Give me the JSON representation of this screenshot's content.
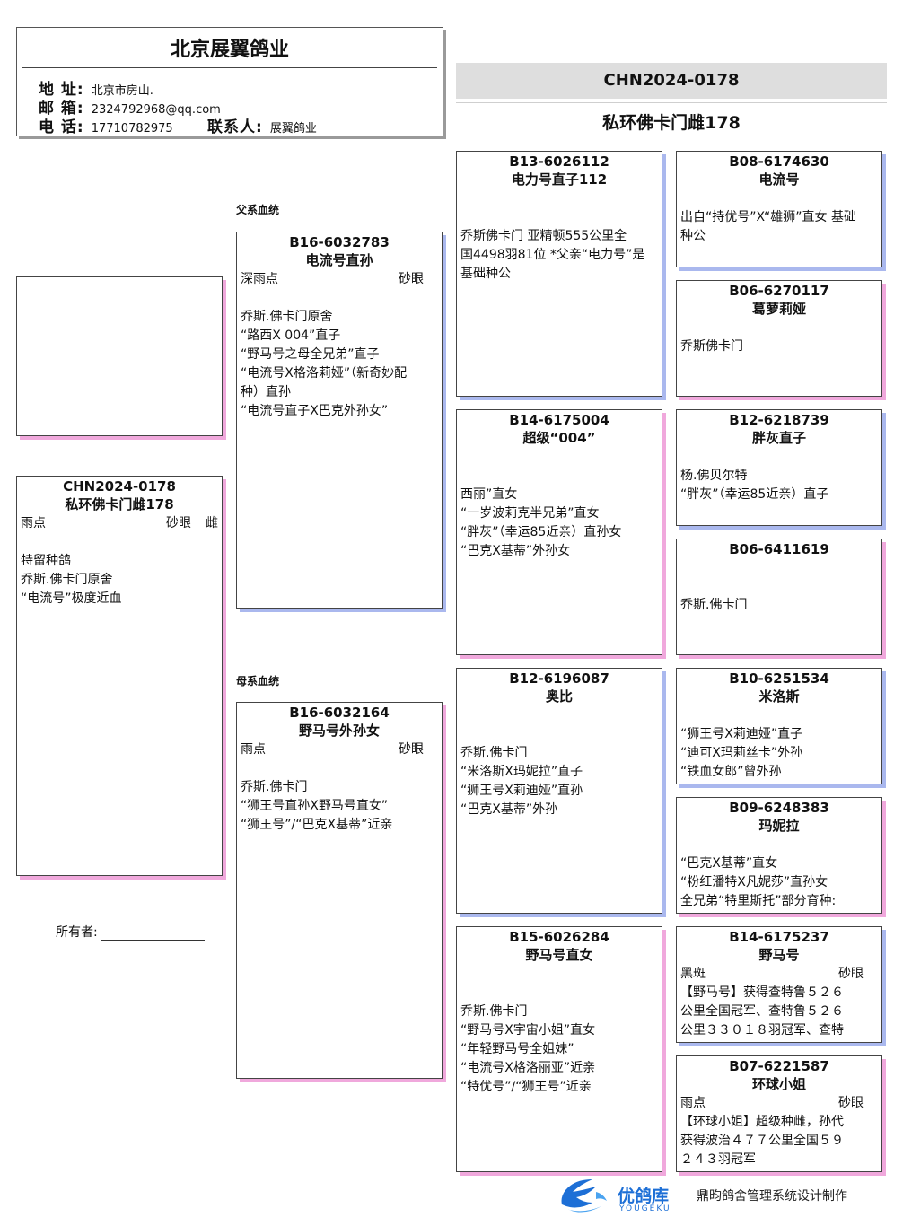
{
  "header": {
    "farm_name": "北京展翼鸽业",
    "address_label": "地  址:",
    "address": "北京市房山.",
    "email_label": "邮  箱:",
    "email": "2324792968@qq.com",
    "phone_label": "电  话:",
    "phone": "17710782975",
    "contact_label": "联系人:",
    "contact": "展翼鸽业"
  },
  "title": {
    "ring": "CHN2024-0178",
    "name": "私环佛卡门雌178"
  },
  "labels": {
    "sire_line": "父系血统",
    "dam_line": "母系血统",
    "owner": "所有者:"
  },
  "subject": {
    "ring": "CHN2024-0178",
    "name": "私环佛卡门雌178",
    "color": "雨点",
    "eye": "砂眼",
    "sex": "雌",
    "notes": [
      "",
      "特留种鸽",
      "乔斯.佛卡门原舍",
      "“电流号”极度近血"
    ]
  },
  "sire": {
    "ring": "B16-6032783",
    "name": "电流号直孙",
    "color": "深雨点",
    "eye": "砂眼",
    "notes": [
      "",
      "乔斯.佛卡门原舍",
      "“路西X 004”直子",
      "“野马号之母全兄弟”直子",
      "“电流号X格洛莉娅”（新奇妙配",
      "种）直孙",
      "“电流号直子X巴克外孙女”"
    ]
  },
  "dam": {
    "ring": "B16-6032164",
    "name": "野马号外孙女",
    "color": "雨点",
    "eye": "砂眼",
    "notes": [
      "",
      "乔斯.佛卡门",
      "“狮王号直孙X野马号直女”",
      "“狮王号”/“巴克X基蒂”近亲"
    ]
  },
  "ss": {
    "ring": "B13-6026112",
    "name": "电力号直子112",
    "notes": [
      "",
      "",
      "乔斯佛卡门 亚精顿555公里全",
      "国4498羽81位 *父亲“电力号”是",
      "基础种公"
    ]
  },
  "sd": {
    "ring": "B14-6175004",
    "name": "超级“004”",
    "notes": [
      "",
      "",
      "西丽”直女",
      "“一岁波莉克半兄弟”直女",
      "“胖灰”（幸运85近亲）直孙女",
      "“巴克X基蒂”外孙女"
    ]
  },
  "ds": {
    "ring": "B12-6196087",
    "name": "奥比",
    "notes": [
      "",
      "",
      "乔斯.佛卡门",
      "“米洛斯X玛妮拉”直子",
      "“狮王号X莉迪娅”直孙",
      "“巴克X基蒂”外孙"
    ]
  },
  "dd": {
    "ring": "B15-6026284",
    "name": "野马号直女",
    "notes": [
      "",
      "",
      "乔斯.佛卡门",
      "“野马号X宇宙小姐”直女",
      "“年轻野马号全姐妹”",
      "“电流号X格洛丽亚”近亲",
      "“特优号”/“狮王号”近亲"
    ]
  },
  "sss": {
    "ring": "B08-6174630",
    "name": "电流号",
    "notes": [
      "",
      "出自“持优号”X“雄狮”直女 基础",
      "种公"
    ]
  },
  "ssd": {
    "ring": "B06-6270117",
    "name": "葛萝莉娅",
    "notes": [
      "",
      "乔斯佛卡门"
    ]
  },
  "sds": {
    "ring": "B12-6218739",
    "name": "胖灰直子",
    "notes": [
      "",
      "杨.佛贝尔特",
      "“胖灰”（幸运85近亲）直子"
    ]
  },
  "sdd": {
    "ring": "B06-6411619",
    "name": "",
    "notes": [
      "",
      "乔斯.佛卡门"
    ]
  },
  "dss": {
    "ring": "B10-6251534",
    "name": "米洛斯",
    "notes": [
      "",
      "“狮王号X莉迪娅”直子",
      "“迪可X玛莉丝卡”外孙",
      "“铁血女郎”曾外孙"
    ]
  },
  "dsd": {
    "ring": "B09-6248383",
    "name": "玛妮拉",
    "notes": [
      "",
      "“巴克X基蒂”直女",
      "“粉红潘特X凡妮莎”直孙女",
      "全兄弟“特里斯托”部分育种:"
    ]
  },
  "dds": {
    "ring": "B14-6175237",
    "name": "野马号",
    "color": "黑斑",
    "eye": "砂眼",
    "notes": [
      "【野马号】获得查特鲁５２６",
      "公里全国冠军、查特鲁５２６",
      "公里３３０１８羽冠军、查特"
    ]
  },
  "ddd": {
    "ring": "B07-6221587",
    "name": "环球小姐",
    "color": "雨点",
    "eye": "砂眼",
    "notes": [
      "【环球小姐】超级种雌，孙代",
      "获得波治４７７公里全国５９",
      "２４３羽冠军"
    ]
  },
  "footer": {
    "brand": "优鸽库",
    "brand_sub": "YOUGEKU",
    "credit": "鼎昀鸽舍管理系统设计制作"
  },
  "colors": {
    "male_shadow": "#aab8ee",
    "female_shadow": "#f0a8dc",
    "title_band": "#dedede",
    "brand_blue": "#1d6fd6"
  }
}
